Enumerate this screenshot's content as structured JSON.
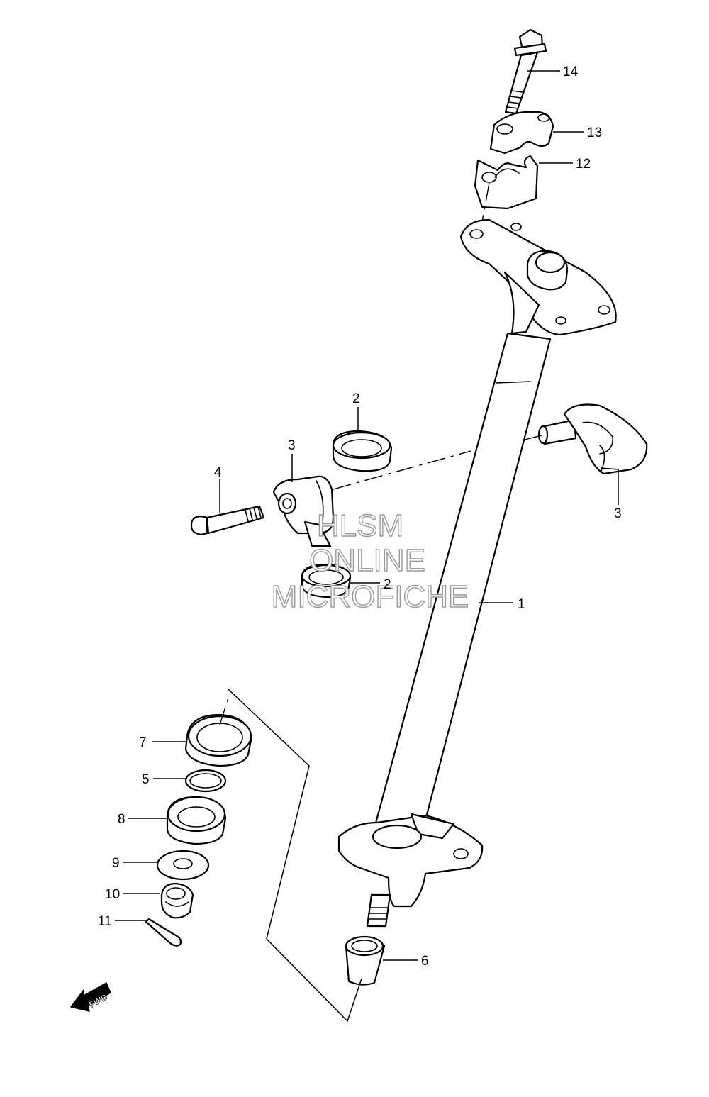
{
  "diagram": {
    "callouts": [
      {
        "id": "p1",
        "label": "1"
      },
      {
        "id": "p2a",
        "label": "2"
      },
      {
        "id": "p2b",
        "label": "2"
      },
      {
        "id": "p3a",
        "label": "3"
      },
      {
        "id": "p3b",
        "label": "3"
      },
      {
        "id": "p4",
        "label": "4"
      },
      {
        "id": "p5",
        "label": "5"
      },
      {
        "id": "p6",
        "label": "6"
      },
      {
        "id": "p7",
        "label": "7"
      },
      {
        "id": "p8",
        "label": "8"
      },
      {
        "id": "p9",
        "label": "9"
      },
      {
        "id": "p10",
        "label": "10"
      },
      {
        "id": "p11",
        "label": "11"
      },
      {
        "id": "p12",
        "label": "12"
      },
      {
        "id": "p13",
        "label": "13"
      },
      {
        "id": "p14",
        "label": "14"
      }
    ],
    "watermark": [
      "HLSM",
      "ONLINE",
      "MICROFICHE"
    ],
    "fwd_label": "FWD"
  }
}
